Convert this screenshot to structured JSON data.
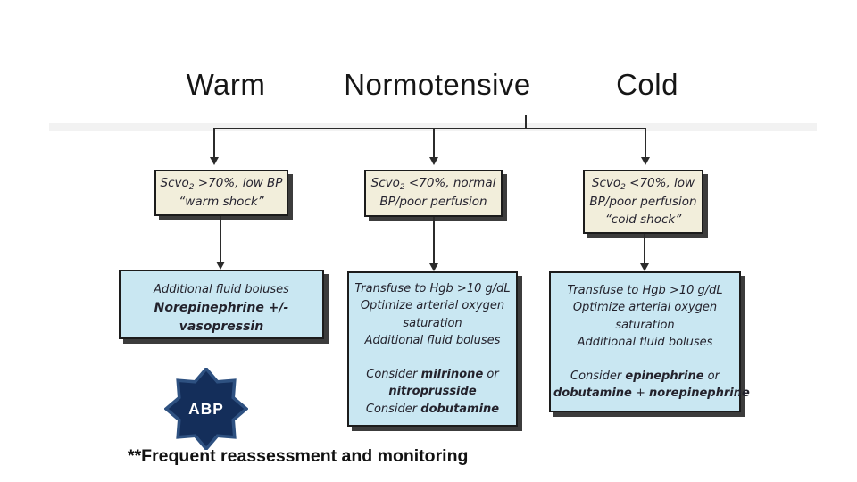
{
  "headers": {
    "warm": "Warm",
    "normotensive": "Normotensive",
    "cold": "Cold"
  },
  "columns": [
    {
      "header": "Warm",
      "condition": {
        "l1_pre": "Scvo",
        "l1_sub": "2",
        "l1_rest": " >70%, low BP",
        "l2": "“warm shock”"
      },
      "action": {
        "top": "Additional fluid boluses",
        "bottom_bold": "Norepinephrine +/- vasopressin"
      }
    },
    {
      "header": "Normotensive",
      "condition": {
        "l1_pre": "Scvo",
        "l1_sub": "2",
        "l1_rest": " <70%, normal",
        "l2": "BP/poor perfusion"
      },
      "action": {
        "l1": "Transfuse to Hgb >10 g/dL",
        "l2": "Optimize arterial oxygen saturation",
        "l3": "Additional fluid boluses",
        "c1_pre": "Consider ",
        "c1_bold1": "milrinone",
        "c1_mid": " or ",
        "c1_bold2": "nitroprusside",
        "c2_pre": "Consider ",
        "c2_bold": "dobutamine"
      }
    },
    {
      "header": "Cold",
      "condition": {
        "l1_pre": "Scvo",
        "l1_sub": "2",
        "l1_rest": " <70%, low",
        "l2": "BP/poor perfusion",
        "l3": "“cold shock”"
      },
      "action": {
        "l1": "Transfuse to Hgb >10 g/dL",
        "l2": "Optimize arterial oxygen saturation",
        "l3": "Additional fluid boluses",
        "c1_pre": "Consider ",
        "c1_bold": "epinephrine",
        "c1_rest": " or",
        "c2_bold1": "dobutamine",
        "c2_mid": " + ",
        "c2_bold2": "norepinephrine"
      }
    }
  ],
  "badge": {
    "label": "ABP",
    "fill": "#142e5a",
    "border": "#2e5181",
    "text_color": "#ffffff"
  },
  "footnote": "**Frequent reassessment and monitoring",
  "colors": {
    "condition_fill": "#f2eedb",
    "action_fill": "#c9e7f2",
    "shadow": "#3c3c3c",
    "line": "#2b2b2b"
  }
}
